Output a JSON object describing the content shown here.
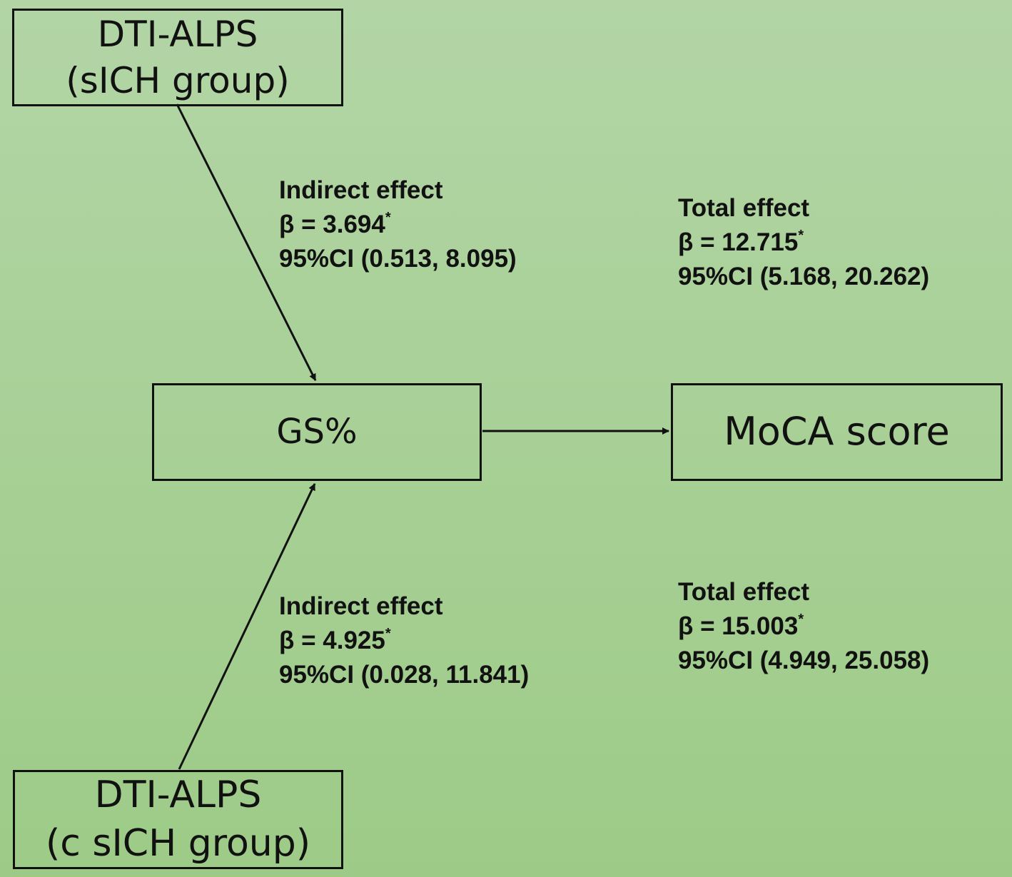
{
  "nodes": {
    "top": {
      "line1": "DTI-ALPS",
      "line2": "(sICH group)"
    },
    "gs": {
      "label": "GS%"
    },
    "moca": {
      "label": "MoCA score"
    },
    "bottom": {
      "line1": "DTI-ALPS",
      "line2": "(c sICH group)"
    }
  },
  "effects": {
    "indirect_top": {
      "title": "Indirect effect",
      "beta": "β = 3.694",
      "star": "*",
      "ci": "95%CI (0.513, 8.095)"
    },
    "total_top": {
      "title": "Total effect",
      "beta": "β = 12.715",
      "star": "*",
      "ci": "95%CI (5.168, 20.262)"
    },
    "indirect_bottom": {
      "title": "Indirect effect",
      "beta": "β = 4.925",
      "star": "*",
      "ci": "95%CI (0.028, 11.841)"
    },
    "total_bottom": {
      "title": "Total effect",
      "beta": "β = 15.003",
      "star": "*",
      "ci": "95%CI (4.949, 25.058)"
    }
  },
  "colors": {
    "background_top": "#b3d5a6",
    "background_bottom": "#9dcb87",
    "stroke": "#111111"
  }
}
